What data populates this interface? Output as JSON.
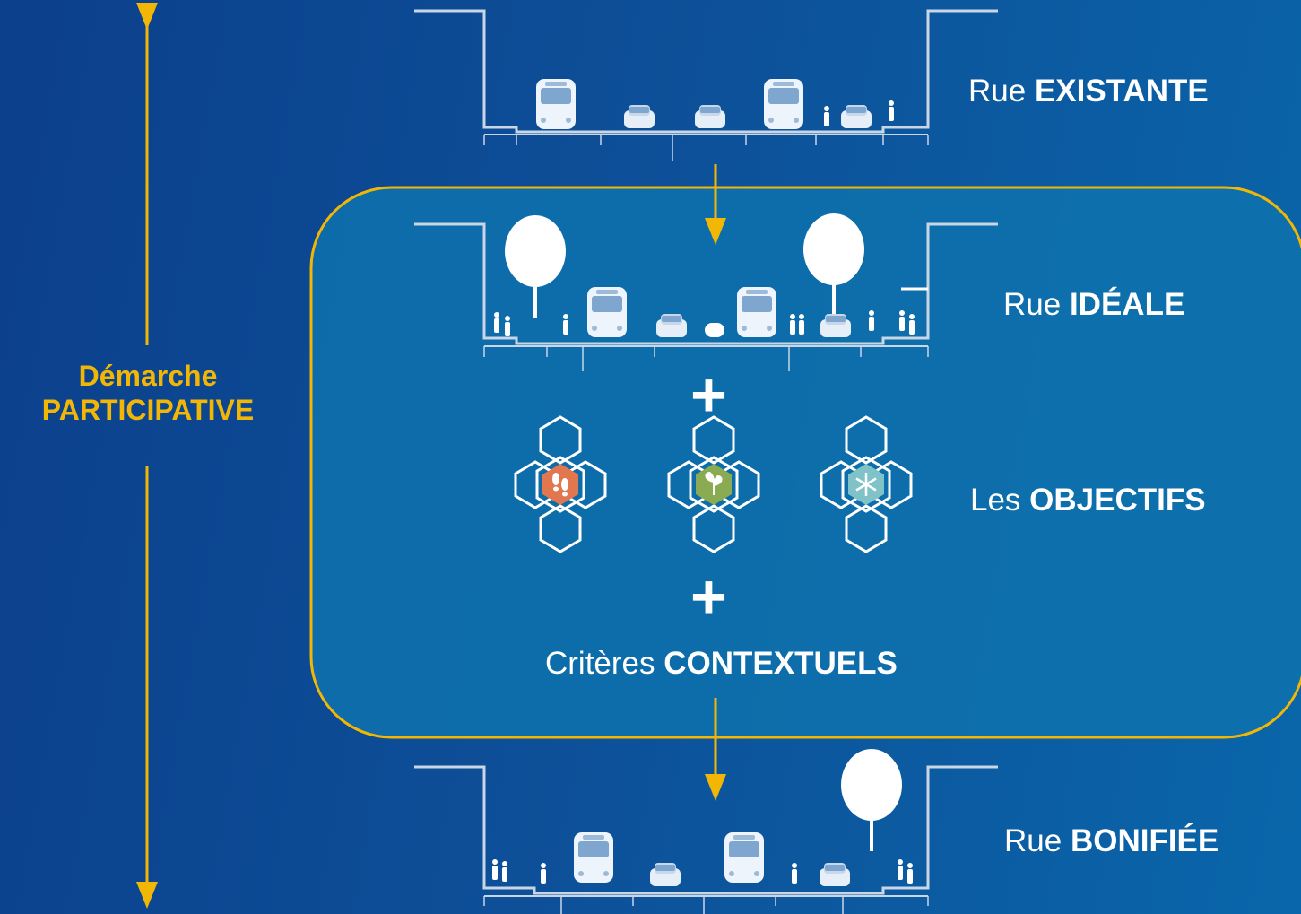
{
  "process": {
    "line1": "Démarche",
    "line2": "PARTICIPATIVE",
    "color": "#f2b705"
  },
  "rows": {
    "existing": {
      "prefix": "Rue",
      "emph": "EXISTANTE"
    },
    "ideal": {
      "prefix": "Rue",
      "emph": "IDÉALE"
    },
    "objectives": {
      "prefix": "Les",
      "emph": "OBJECTIFS"
    },
    "context": {
      "prefix": "Critères",
      "emph": "CONTEXTUELS"
    },
    "improved": {
      "prefix": "Rue",
      "emph": "BONIFIÉE"
    }
  },
  "operators": {
    "plus1": "+",
    "plus2": "+"
  },
  "objectives_icons": [
    {
      "name": "pedestrian-footprints-icon",
      "color": "#e2774f"
    },
    {
      "name": "leaf-plant-icon",
      "color": "#8bab52"
    },
    {
      "name": "snowflake-icon",
      "color": "#7fc3c9"
    }
  ],
  "colors": {
    "accent": "#f2b705",
    "panel": "#0e72ad"
  }
}
